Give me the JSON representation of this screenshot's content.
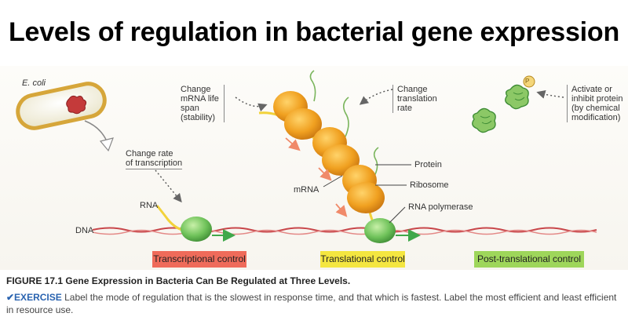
{
  "title": "Levels of regulation in bacterial gene expression",
  "labels": {
    "ecoli": "E. coli",
    "change_rate_transcription_1": "Change rate",
    "change_rate_transcription_2": "of transcription",
    "mrna_life_1": "Change",
    "mrna_life_2": "mRNA life",
    "mrna_life_3": "span",
    "mrna_life_4": "(stability)",
    "translation_rate_1": "Change",
    "translation_rate_2": "translation",
    "translation_rate_3": "rate",
    "activate_1": "Activate or",
    "activate_2": "inhibit protein",
    "activate_3": "(by chemical",
    "activate_4": "modification)",
    "rna": "RNA",
    "dna": "DNA",
    "mrna": "mRNA",
    "protein": "Protein",
    "ribosome": "Ribosome",
    "rna_polymerase": "RNA polymerase",
    "phosphate": "P"
  },
  "control_boxes": [
    {
      "label": "Transcriptional control",
      "color": "#ef6b5a"
    },
    {
      "label": "Translational control",
      "color": "#f4e640"
    },
    {
      "label": "Post-translational control",
      "color": "#9ed65a"
    }
  ],
  "caption": {
    "figure_number": "FIGURE 17.1",
    "figure_title": "Gene Expression in Bacteria Can Be Regulated at Three Levels.",
    "exercise_label": "✔EXERCISE",
    "exercise_text": "Label the mode of regulation that is the slowest in response time, and that which is fastest. Label the most efficient and least efficient in resource use."
  },
  "colors": {
    "dna": "#c8464a",
    "ribosome": "#f0a020",
    "polymerase": "#6fc25a",
    "mrna": "#f2d23a",
    "protein_strand": "#7ab55c",
    "arrow_salmon": "#f08a6a"
  }
}
